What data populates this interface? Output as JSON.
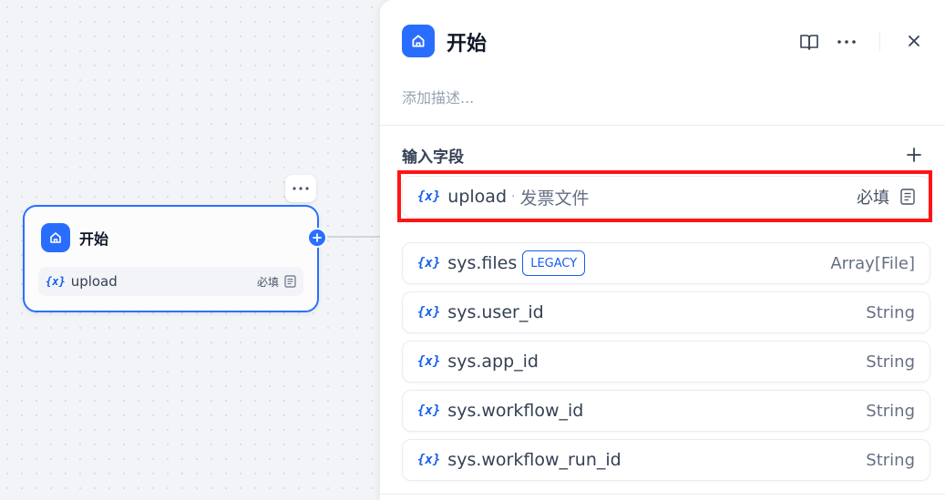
{
  "canvas": {
    "node": {
      "title": "开始",
      "icon": "home-icon",
      "variable": {
        "glyph": "{x}",
        "name": "upload",
        "required": "必填"
      }
    },
    "colors": {
      "accent": "#2970ff",
      "node_bg": "#fcfcfd"
    }
  },
  "panel": {
    "title": "开始",
    "icon": "home-icon",
    "description_placeholder": "添加描述...",
    "section_title": "输入字段",
    "fields": [
      {
        "glyph": "{x}",
        "name": "upload",
        "label": "发票文件",
        "required": "必填",
        "type": "",
        "highlighted": true
      },
      {
        "glyph": "{x}",
        "name": "sys.files",
        "badge": "LEGACY",
        "type": "Array[File]"
      },
      {
        "glyph": "{x}",
        "name": "sys.user_id",
        "type": "String"
      },
      {
        "glyph": "{x}",
        "name": "sys.app_id",
        "type": "String"
      },
      {
        "glyph": "{x}",
        "name": "sys.workflow_id",
        "type": "String"
      },
      {
        "glyph": "{x}",
        "name": "sys.workflow_run_id",
        "type": "String"
      }
    ],
    "highlight_color": "#ff1414"
  }
}
